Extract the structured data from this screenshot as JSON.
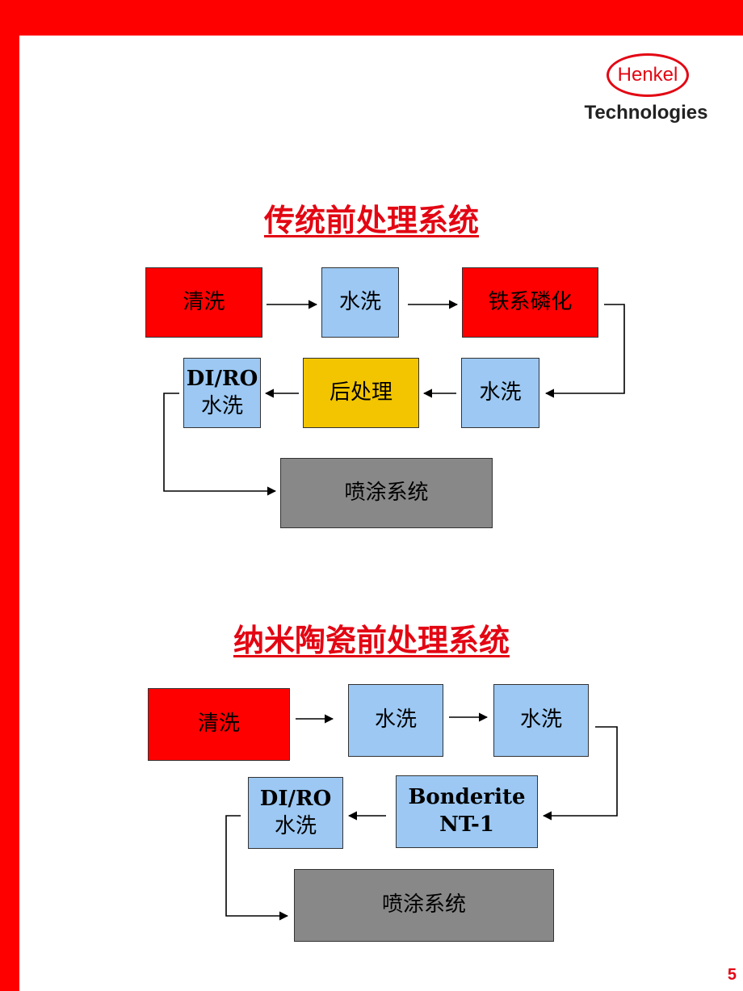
{
  "logo": {
    "brand": "Henkel",
    "subtitle": "Technologies"
  },
  "section1": {
    "title": "传统前处理系统",
    "steps": {
      "clean": "清洗",
      "rinse1": "水洗",
      "iron_phosphate": "铁系磷化",
      "rinse2": "水洗",
      "post_treatment": "后处理",
      "diro_line1": "DI/RO",
      "diro_line2": "水洗",
      "spray": "喷涂系统"
    }
  },
  "section2": {
    "title": "纳米陶瓷前处理系统",
    "steps": {
      "clean": "清洗",
      "rinse1": "水洗",
      "rinse2": "水洗",
      "bonderite_line1": "Bonderite",
      "bonderite_line2": "NT-1",
      "diro_line1": "DI/RO",
      "diro_line2": "水洗",
      "spray": "喷涂系统"
    }
  },
  "colors": {
    "red": "#ff0000",
    "blue": "#9cc8f3",
    "yellow": "#f2c500",
    "gray": "#888888"
  },
  "page_number": "5"
}
